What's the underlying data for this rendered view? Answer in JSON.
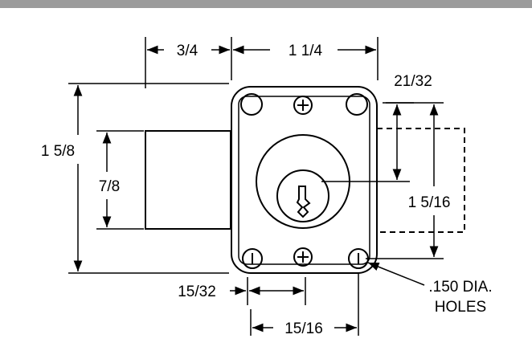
{
  "header": {
    "bar_color": "#9b9b9b"
  },
  "dimensions": {
    "body_width": "3/4",
    "case_width": "1 1/4",
    "key_offset": "21/32",
    "overall_height": "1 5/8",
    "body_height": "7/8",
    "hole_spacing_vertical": "1 5/16",
    "hole_inset": "15/32",
    "hole_spacing_horizontal": "15/16"
  },
  "callouts": {
    "holes_line1": ".150 DIA.",
    "holes_line2": "HOLES"
  }
}
